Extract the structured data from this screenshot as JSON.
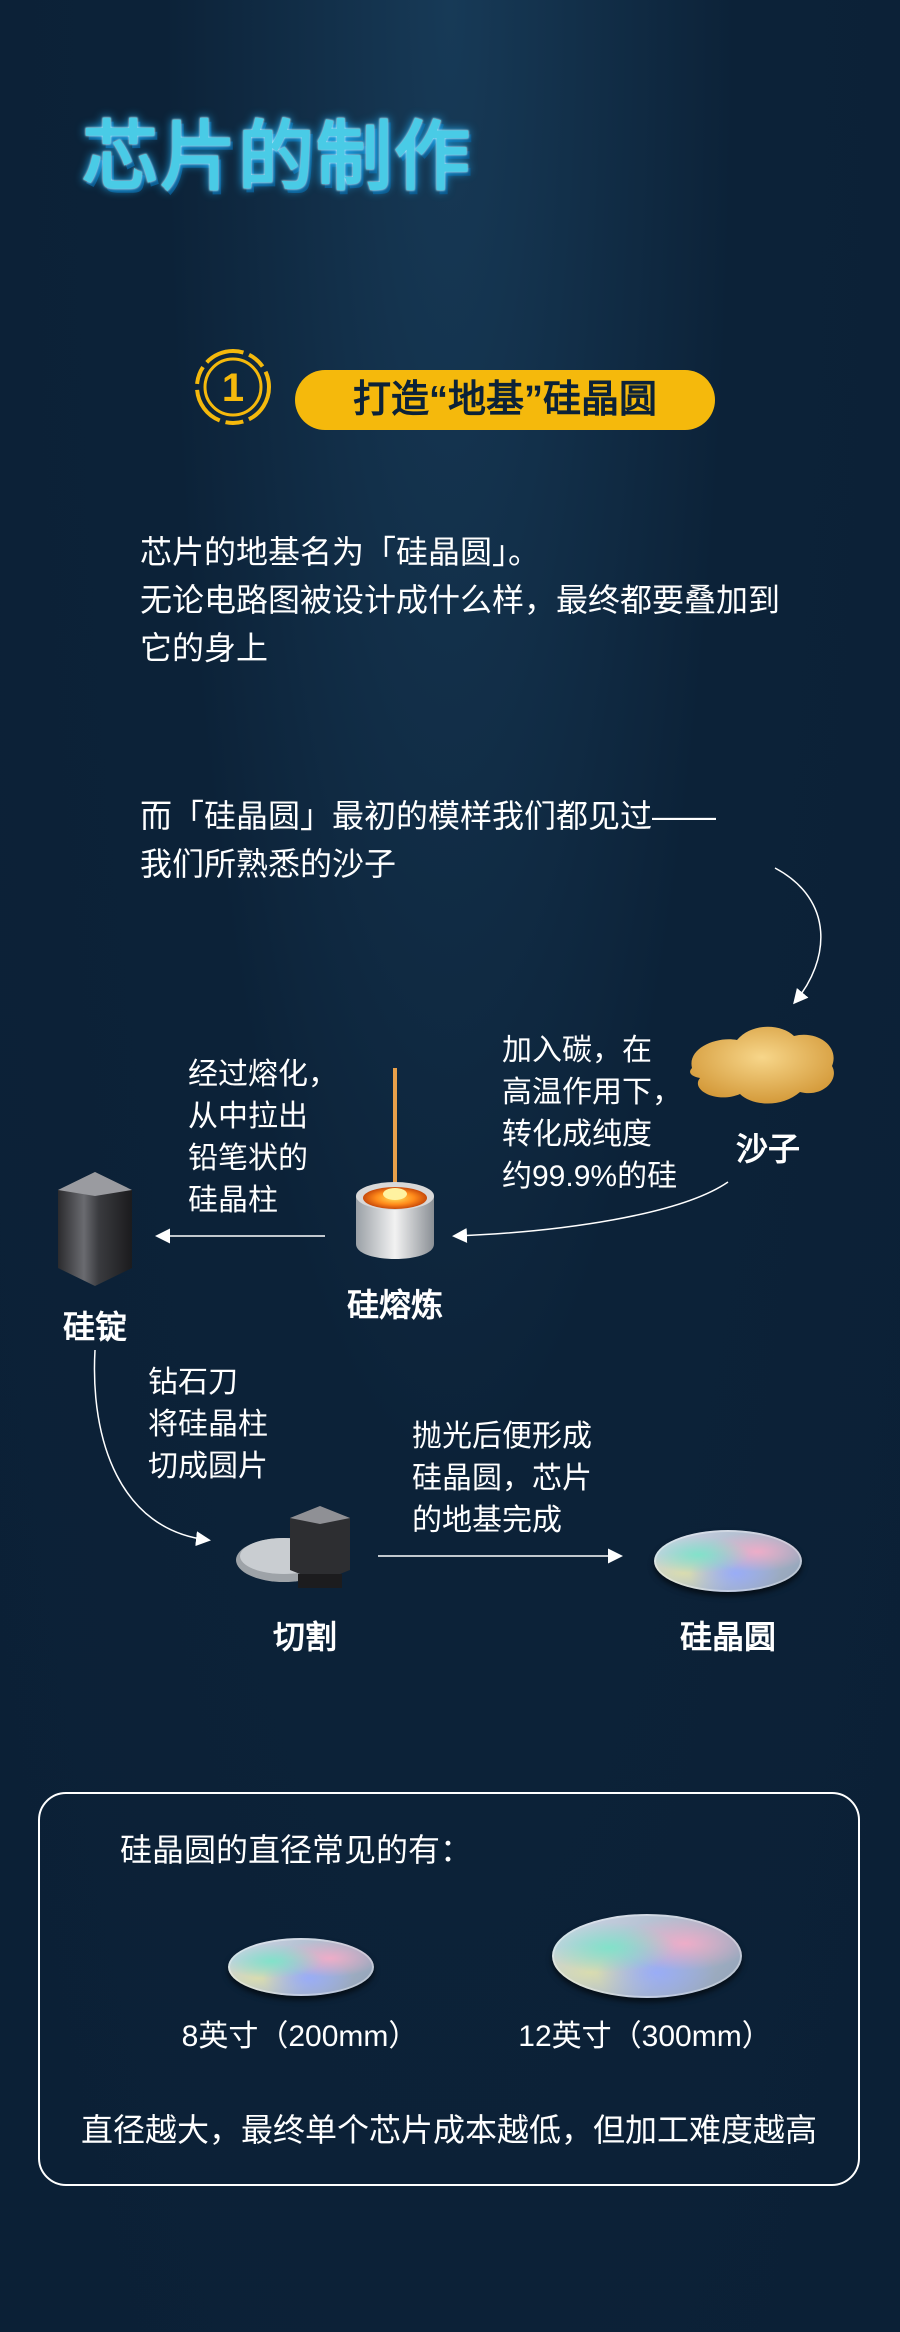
{
  "header": {
    "title": "芯片的制作"
  },
  "step": {
    "number": "1",
    "title": "打造“地基”硅晶圆"
  },
  "intro": {
    "line1": "芯片的地基名为「硅晶圆」。",
    "line2": "无论电路图被设计成什么样，最终都要叠加到",
    "line3": "它的身上"
  },
  "origin": {
    "line1": "而「硅晶圆」最初的模样我们都见过——",
    "line2": "我们所熟悉的沙子"
  },
  "process": {
    "carbon_note": [
      "加入碳，在",
      "高温作用下，",
      "转化成纯度",
      "约99.9%的硅"
    ],
    "sand_label": "沙子",
    "melt_label": "硅熔炼",
    "melt_note": [
      "经过熔化，",
      "从中拉出",
      "铅笔状的",
      "硅晶柱"
    ],
    "ingot_label": "硅锭",
    "cut_note": [
      "钻石刀",
      "将硅晶柱",
      "切成圆片"
    ],
    "cut_label": "切割",
    "polish_note": [
      "抛光后便形成",
      "硅晶圆，芯片",
      "的地基完成"
    ],
    "wafer_label": "硅晶圆"
  },
  "sizes": {
    "heading": "硅晶圆的直径常见的有：",
    "small_label": "8英寸（200mm）",
    "large_label": "12英寸（300mm）",
    "footer": "直径越大，最终单个芯片成本越低，但加工难度越高"
  },
  "colors": {
    "accent": "#f5b90c",
    "title": "#49cbe6",
    "background": "#0c2238"
  }
}
